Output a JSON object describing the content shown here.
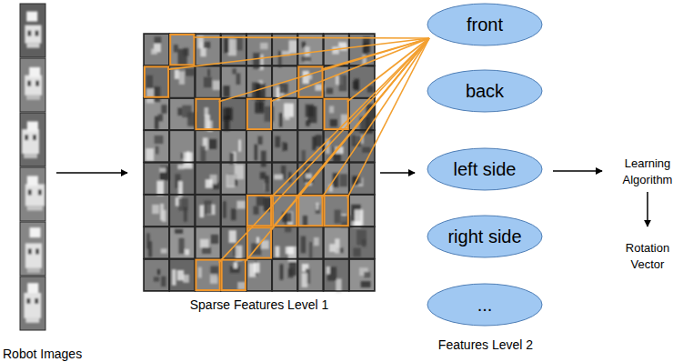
{
  "diagram": {
    "nodes": [
      {
        "text": [
          "front"
        ]
      },
      {
        "text": [
          "back"
        ]
      },
      {
        "text": [
          "left side"
        ]
      },
      {
        "text": [
          "right side"
        ]
      },
      {
        "text": [
          "..."
        ]
      }
    ],
    "labels": [
      "Robot Images",
      "Sparse Features Level 1",
      "Features Level 2",
      "Learning Algorithm",
      "Rotation Vector"
    ]
  }
}
